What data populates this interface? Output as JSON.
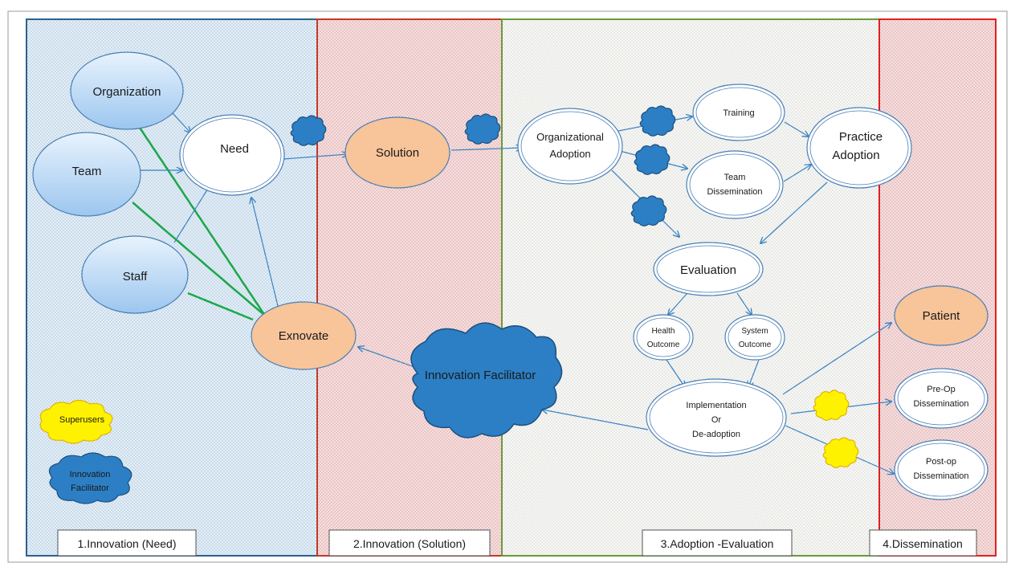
{
  "phases": [
    {
      "label": "1.Innovation (Need)",
      "color": "#2e5f8f"
    },
    {
      "label": "2.Innovation (Solution)",
      "color": "#c0392b"
    },
    {
      "label": "3.Adoption -Evaluation",
      "color": "#6a9a3a"
    },
    {
      "label": "4.Dissemination",
      "color": "#e02020"
    }
  ],
  "nodes": {
    "organization": "Organization",
    "team": "Team",
    "staff": "Staff",
    "need": "Need",
    "exnovate": "Exnovate",
    "solution": "Solution",
    "organizational_adoption": [
      "Organizational",
      "Adoption"
    ],
    "training": "Training",
    "team_dissemination": [
      "Team",
      "Dissemination"
    ],
    "practice_adoption": [
      "Practice",
      "Adoption"
    ],
    "evaluation": "Evaluation",
    "health_outcome": [
      "Health",
      "Outcome"
    ],
    "system_outcome": [
      "System",
      "Outcome"
    ],
    "implementation": [
      "Implementation",
      "Or",
      "De-adoption"
    ],
    "patient": "Patient",
    "preop_dissemination": [
      "Pre-Op",
      "Dissemination"
    ],
    "postop_dissemination": [
      "Post-op",
      "Dissemination"
    ],
    "innovation_facilitator": "Innovation Facilitator"
  },
  "legend": {
    "superusers": "Superusers",
    "innovation_facilitator": [
      "Innovation",
      "Facilitator"
    ]
  },
  "colors": {
    "blue_node": "#bcd9f5",
    "orange_node": "#f8c49a",
    "cloud_blue": "#2c7fc4",
    "cloud_yellow": "#fff200",
    "green_line": "#1aa84a",
    "arrow_blue": "#3a84c4"
  }
}
